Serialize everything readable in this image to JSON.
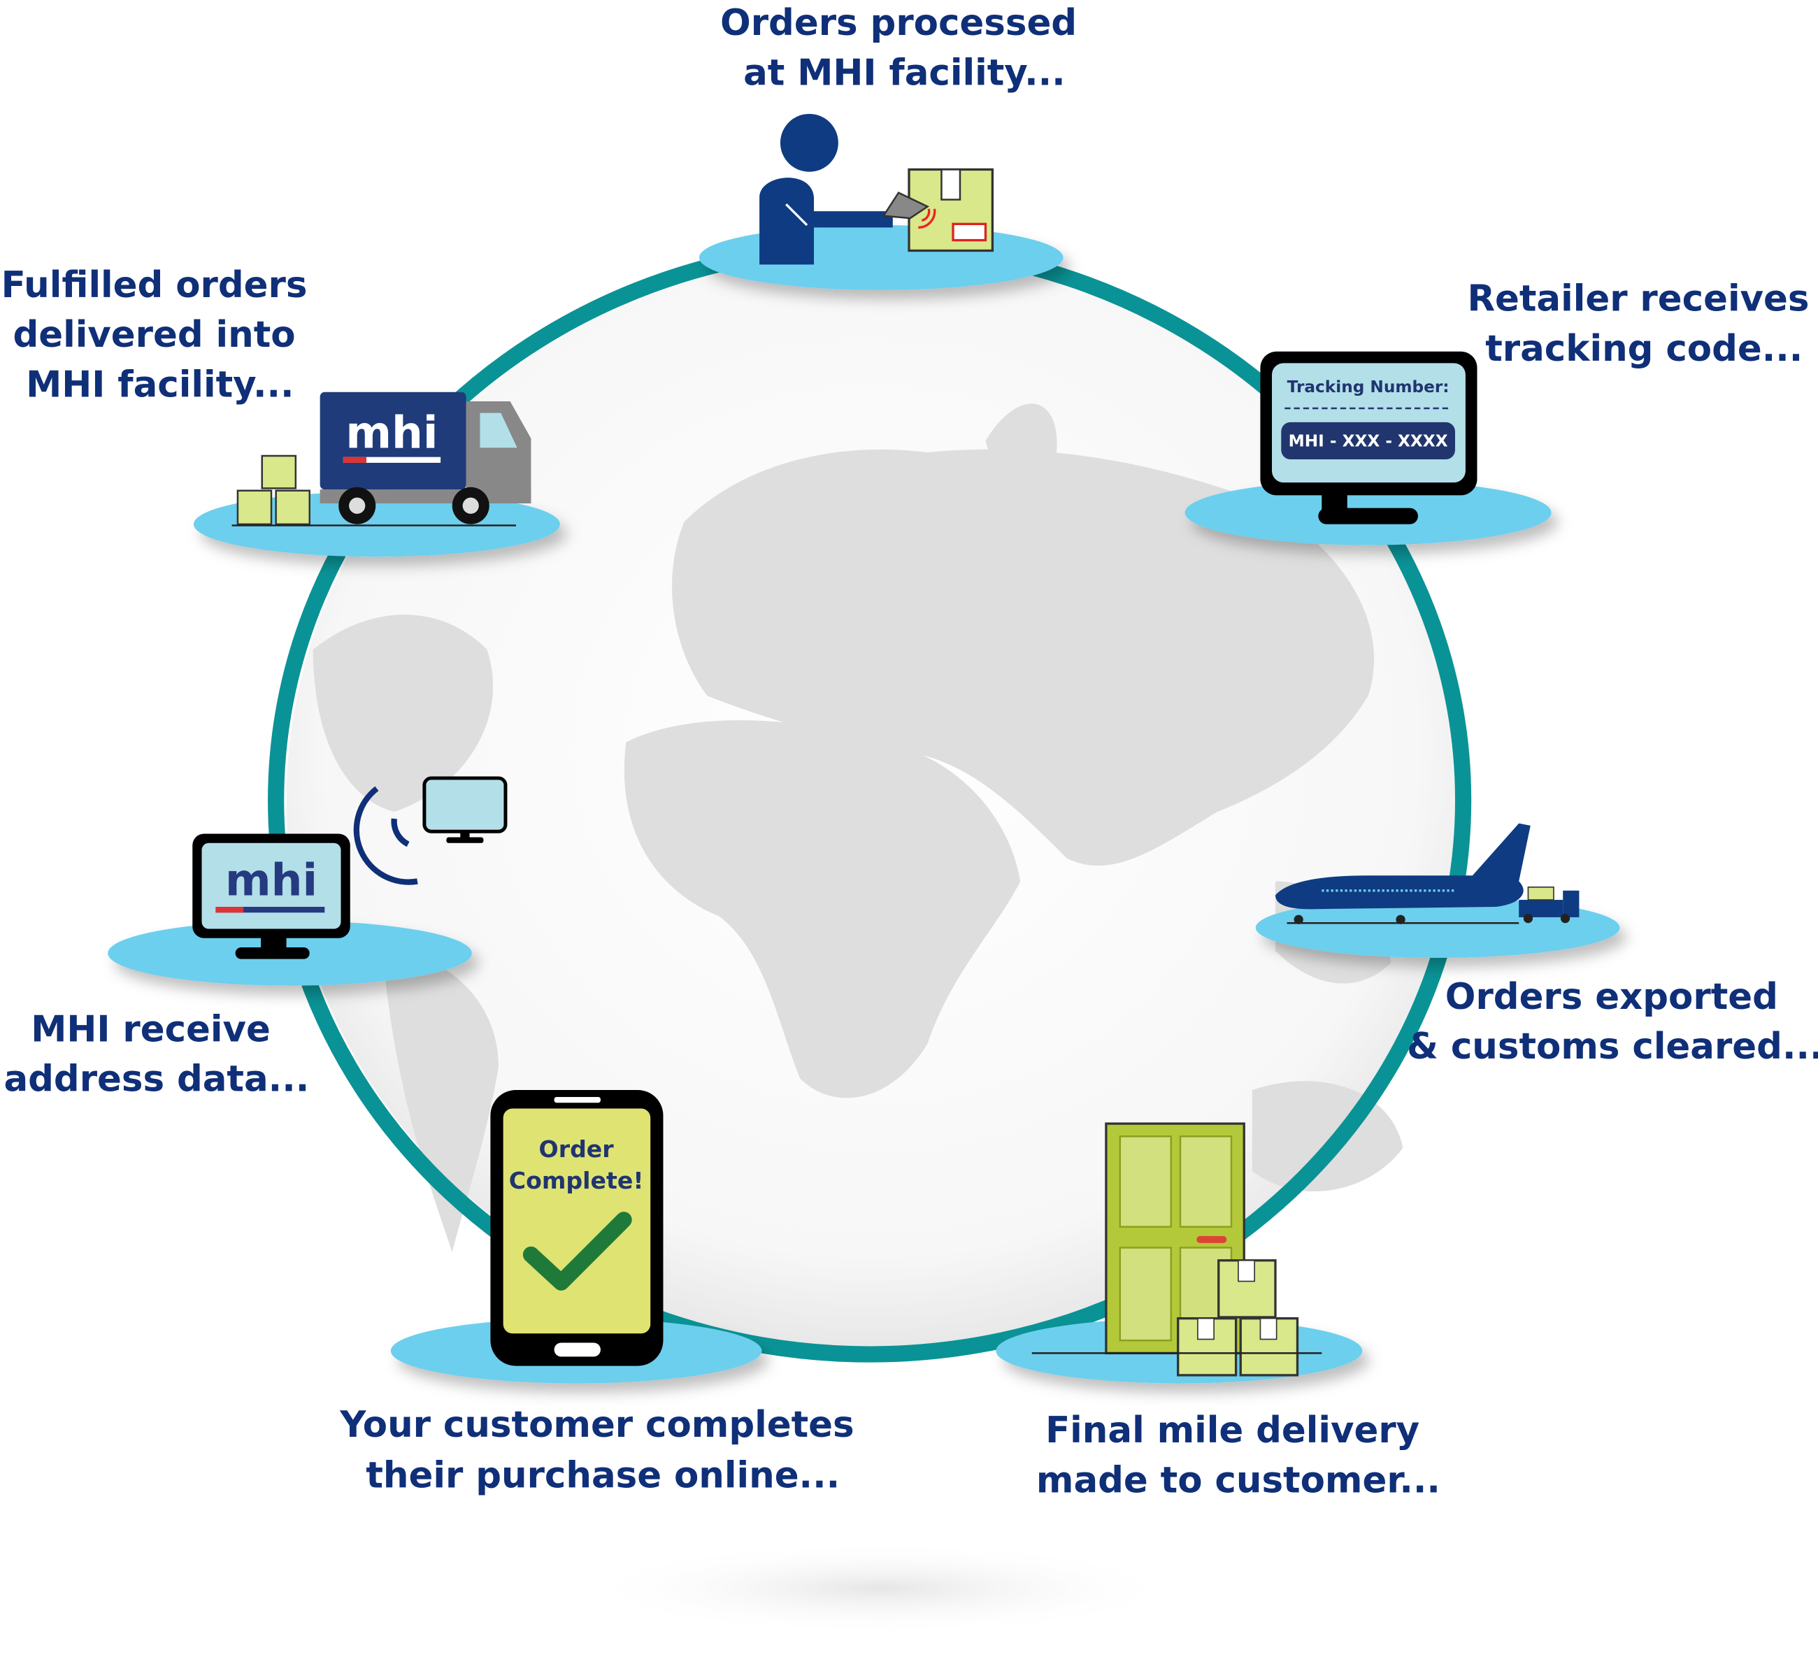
{
  "steps": {
    "processed": {
      "line1": "Orders processed",
      "line2": "at MHI facility..."
    },
    "tracking": {
      "line1": "Retailer receives",
      "line2": "tracking code..."
    },
    "exported": {
      "line1": "Orders exported",
      "line2": "& customs cleared..."
    },
    "final_mile": {
      "line1": "Final mile delivery",
      "line2": "made to customer..."
    },
    "purchase": {
      "line1": "Your customer completes",
      "line2": "their purchase online..."
    },
    "address": {
      "line1": "MHI receive",
      "line2": "address data..."
    },
    "fulfilled": {
      "line1": "Fulfilled orders",
      "line2": "delivered into",
      "line3": "MHI facility..."
    }
  },
  "screens": {
    "tracking_label": "Tracking Number:",
    "tracking_value": "MHI - XXX - XXXX",
    "phone_line1": "Order",
    "phone_line2": "Complete!",
    "logo": "mhi"
  },
  "icons": [
    "person-scanning-icon",
    "monitor-icon",
    "airplane-icon",
    "truck-icon",
    "door-icon",
    "package-icon",
    "smartphone-icon",
    "check-icon",
    "wifi-signal-icon",
    "globe-map"
  ],
  "colors": {
    "text": "#0f2f78",
    "ring": "#0a9396",
    "disc": "#6ccfee",
    "screen": "#b3dfe8",
    "phone_screen": "#dfe372",
    "package": "#d8e88a",
    "check": "#1f7a3a"
  }
}
